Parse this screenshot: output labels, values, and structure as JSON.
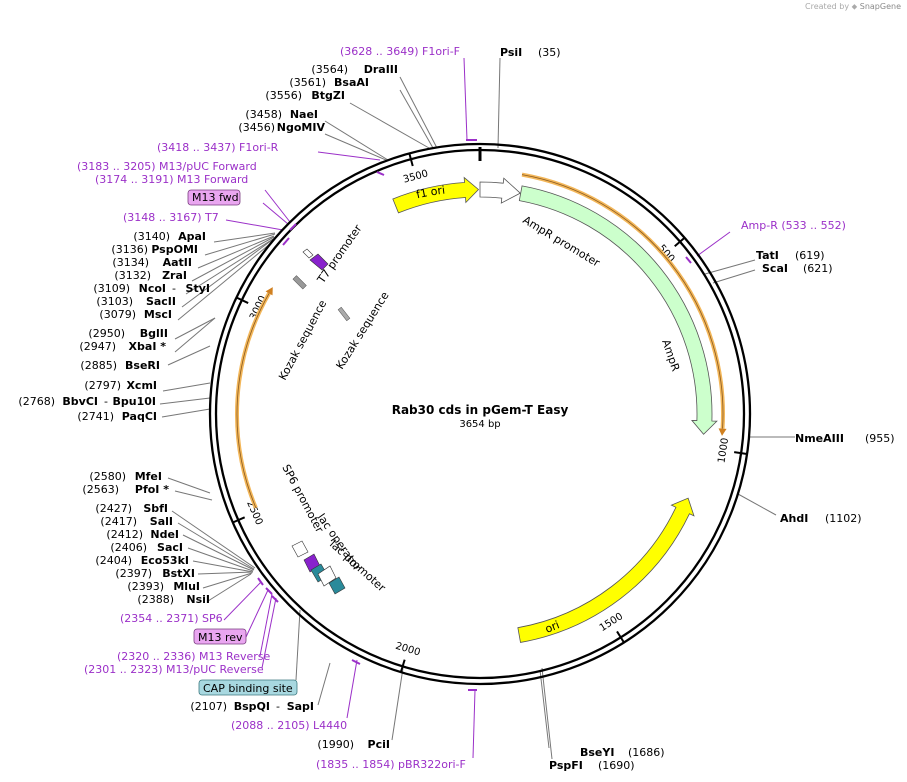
{
  "credit": {
    "prefix": "Created by",
    "brand": "SnapGene"
  },
  "plasmid": {
    "name": "Rab30 cds in pGem-T Easy",
    "length": "3654 bp",
    "total_bp": 3654
  },
  "ticks": [
    {
      "bp": 500,
      "label": "500"
    },
    {
      "bp": 1000,
      "label": "1000"
    },
    {
      "bp": 1500,
      "label": "1500"
    },
    {
      "bp": 2000,
      "label": "2000"
    },
    {
      "bp": 2500,
      "label": "2500"
    },
    {
      "bp": 3000,
      "label": "3000"
    },
    {
      "bp": 3500,
      "label": "3500"
    }
  ],
  "features": [
    {
      "name": "f1 ori",
      "start": 3430,
      "end": 3650,
      "dir": 1,
      "color": "#ffff00",
      "ring": "inner",
      "label": "f1 ori"
    },
    {
      "name": "AmpR promoter",
      "start": 0,
      "end": 105,
      "dir": 1,
      "color": "#ffffff",
      "ring": "inner",
      "label": "AmpR promoter"
    },
    {
      "name": "AmpR",
      "start": 106,
      "end": 966,
      "dir": 1,
      "color": "#ccffcc",
      "ring": "inner",
      "label": "AmpR"
    },
    {
      "name": "ori",
      "start": 1137,
      "end": 1725,
      "dir": -1,
      "color": "#ffff00",
      "ring": "inner",
      "label": "ori"
    },
    {
      "name": "orf-right",
      "start": 101,
      "end": 966,
      "dir": 1,
      "color": "#f3b75a",
      "ring": "orf",
      "label": ""
    },
    {
      "name": "orf-left",
      "start": 2510,
      "end": 3060,
      "dir": 1,
      "color": "#f3b75a",
      "ring": "orf",
      "label": ""
    }
  ],
  "small_features": [
    {
      "name": "T7 promoter",
      "label": "T7 promoter"
    },
    {
      "name": "Kozak sequence",
      "label": "Kozak sequence"
    },
    {
      "name": "Kozak sequence 2",
      "label": "Kozak sequence"
    },
    {
      "name": "SP6 promoter",
      "label": "SP6 promoter"
    },
    {
      "name": "lac operator",
      "label": "lac operator"
    },
    {
      "name": "lac promoter",
      "label": "lac promoter"
    }
  ],
  "sites_right": [
    {
      "name": "PsiI",
      "pos": "(35)"
    },
    {
      "name": "TatI",
      "pos": "(619)"
    },
    {
      "name": "ScaI",
      "pos": "(621)"
    },
    {
      "name": "NmeAIII",
      "pos": "(955)"
    },
    {
      "name": "AhdI",
      "pos": "(1102)"
    },
    {
      "name": "BseYI",
      "pos": "(1686)"
    },
    {
      "name": "PspFI",
      "pos": "(1690)"
    }
  ],
  "sites_left": [
    {
      "pos": "(3564)",
      "name": "DraIII"
    },
    {
      "pos": "(3561)",
      "name": "BsaAI"
    },
    {
      "pos": "(3556)",
      "name": "BtgZI"
    },
    {
      "pos": "(3458)",
      "name": "NaeI"
    },
    {
      "pos": "(3456)",
      "name": "NgoMIV"
    },
    {
      "pos": "(3140)",
      "name": "ApaI"
    },
    {
      "pos": "(3136)",
      "name": "PspOMI"
    },
    {
      "pos": "(3134)",
      "name": "AatII"
    },
    {
      "pos": "(3132)",
      "name": "ZraI"
    },
    {
      "pos": "(3109)",
      "name": "NcoI",
      "extra": "StyI"
    },
    {
      "pos": "(3103)",
      "name": "SacII"
    },
    {
      "pos": "(3079)",
      "name": "MscI"
    },
    {
      "pos": "(2950)",
      "name": "BglII"
    },
    {
      "pos": "(2947)",
      "name": "XbaI *"
    },
    {
      "pos": "(2885)",
      "name": "BseRI"
    },
    {
      "pos": "(2797)",
      "name": "XcmI"
    },
    {
      "pos": "(2768)",
      "name": "BbvCI",
      "extra": "Bpu10I"
    },
    {
      "pos": "(2741)",
      "name": "PaqCI"
    },
    {
      "pos": "(2580)",
      "name": "MfeI"
    },
    {
      "pos": "(2563)",
      "name": "PfoI *"
    },
    {
      "pos": "(2427)",
      "name": "SbfI"
    },
    {
      "pos": "(2417)",
      "name": "SalI"
    },
    {
      "pos": "(2412)",
      "name": "NdeI"
    },
    {
      "pos": "(2406)",
      "name": "SacI"
    },
    {
      "pos": "(2404)",
      "name": "Eco53kI"
    },
    {
      "pos": "(2397)",
      "name": "BstXI"
    },
    {
      "pos": "(2393)",
      "name": "MluI"
    },
    {
      "pos": "(2388)",
      "name": "NsiI"
    },
    {
      "pos": "(2107)",
      "name": "BspQI",
      "extra": "SapI"
    },
    {
      "pos": "(1990)",
      "name": "PciI"
    }
  ],
  "primers": [
    {
      "text": "(3628 .. 3649)  F1ori-F"
    },
    {
      "text": "(3418 .. 3437)  F1ori-R"
    },
    {
      "text": "(3183 .. 3205)  M13/pUC Forward"
    },
    {
      "text": "(3174 .. 3191)  M13 Forward"
    },
    {
      "text": "(3148 .. 3167)  T7"
    },
    {
      "text": "Amp-R    (533 .. 552)"
    },
    {
      "text": "(2354 .. 2371)  SP6"
    },
    {
      "text": "(2320 .. 2336)  M13 Reverse"
    },
    {
      "text": "(2301 .. 2323)  M13/pUC Reverse"
    },
    {
      "text": "(2088 .. 2105)  L4440"
    },
    {
      "text": "(1835 .. 1854)  pBR322ori-F"
    }
  ],
  "boxes": [
    {
      "text": "M13 fwd",
      "color": "#e9a6f0"
    },
    {
      "text": "M13 rev",
      "color": "#e9a6f0"
    },
    {
      "text": "CAP binding site",
      "color": "#a8d8e0"
    }
  ]
}
